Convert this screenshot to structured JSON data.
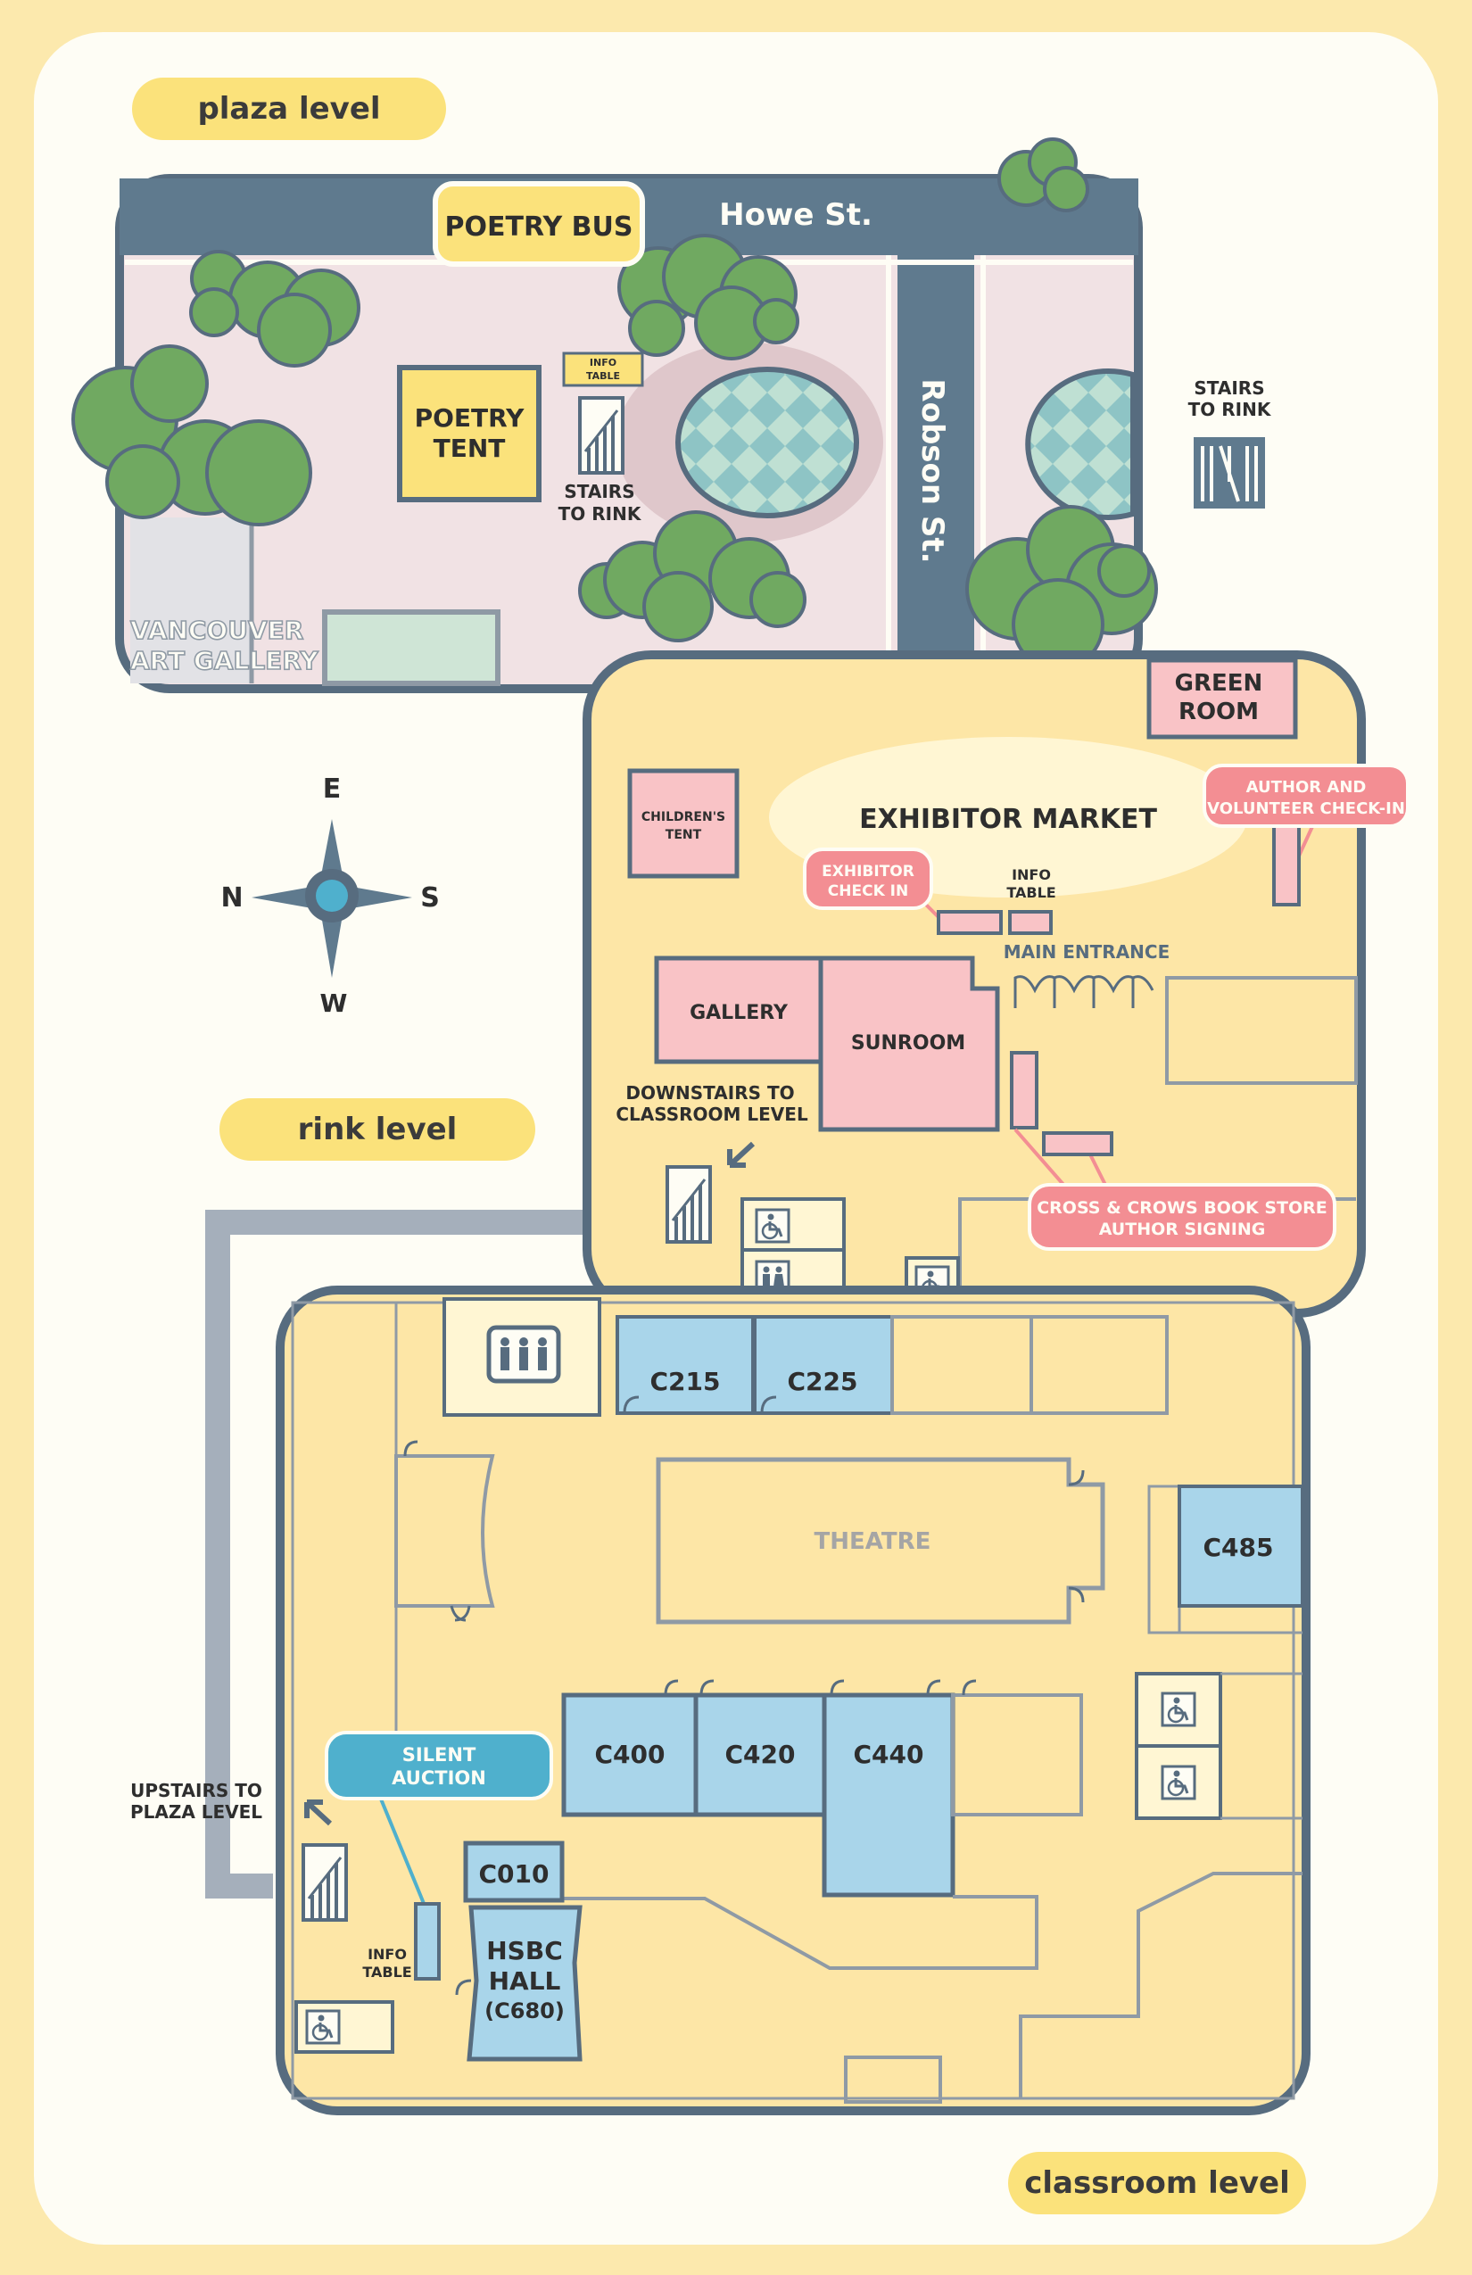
{
  "levels": {
    "plaza": "plaza level",
    "rink": "rink level",
    "classroom": "classroom level"
  },
  "plaza": {
    "howe_st": "Howe St.",
    "robson_st": "Robson St.",
    "poetry_bus": "POETRY BUS",
    "poetry_tent": [
      "POETRY",
      "TENT"
    ],
    "info_table": [
      "INFO",
      "TABLE"
    ],
    "stairs_to_rink_inner": [
      "STAIRS",
      "TO RINK"
    ],
    "stairs_to_rink_outer": [
      "STAIRS",
      "TO RINK"
    ],
    "art_gallery": [
      "VANCOUVER",
      "ART GALLERY"
    ]
  },
  "compass": {
    "east": "E",
    "north": "N",
    "south": "S",
    "west": "W"
  },
  "rink": {
    "green_room": [
      "GREEN",
      "ROOM"
    ],
    "exhibitor_market": "EXHIBITOR MARKET",
    "childrens_tent": [
      "CHILDREN'S",
      "TENT"
    ],
    "author_checkin": [
      "AUTHOR AND",
      "VOLUNTEER CHECK-IN"
    ],
    "exhibitor_checkin": [
      "EXHIBITOR",
      "CHECK IN"
    ],
    "info_table": [
      "INFO",
      "TABLE"
    ],
    "main_entrance": "MAIN ENTRANCE",
    "gallery": "GALLERY",
    "sunroom": "SUNROOM",
    "downstairs": [
      "DOWNSTAIRS TO",
      "CLASSROOM LEVEL"
    ],
    "book_store": [
      "CROSS & CROWS BOOK STORE",
      "AUTHOR SIGNING"
    ]
  },
  "classroom": {
    "rooms": {
      "c215": "C215",
      "c225": "C225",
      "c485": "C485",
      "c400": "C400",
      "c420": "C420",
      "c440": "C440",
      "c010": "C010"
    },
    "theatre": "THEATRE",
    "hsbc_hall": [
      "HSBC",
      "HALL",
      "(C680)"
    ],
    "silent_auction": [
      "SILENT",
      "AUCTION"
    ],
    "upstairs": [
      "UPSTAIRS TO",
      "PLAZA LEVEL"
    ],
    "info_table": [
      "INFO",
      "TABLE"
    ]
  },
  "colors": {
    "page_border": "#fce9ad",
    "card": "#fefdf5",
    "label_pill": "#fbe27b",
    "street": "#5f7a8e",
    "plaza_ground": "#f1e2e4",
    "tree": "#70a961",
    "floor": "#fde6a6",
    "wall": "#576c7f",
    "pink_room": "#f9c3c6",
    "pink_callout": "#f38e93",
    "blue_room": "#a9d5ea",
    "blue_callout": "#4fb0cd",
    "connector": "#a5afbb"
  },
  "icons": [
    "tree-icon",
    "fountain-icon",
    "stairs-icon",
    "compass-icon",
    "accessible-washroom-icon",
    "washroom-icon",
    "elevator-icon",
    "arrow-icon"
  ]
}
